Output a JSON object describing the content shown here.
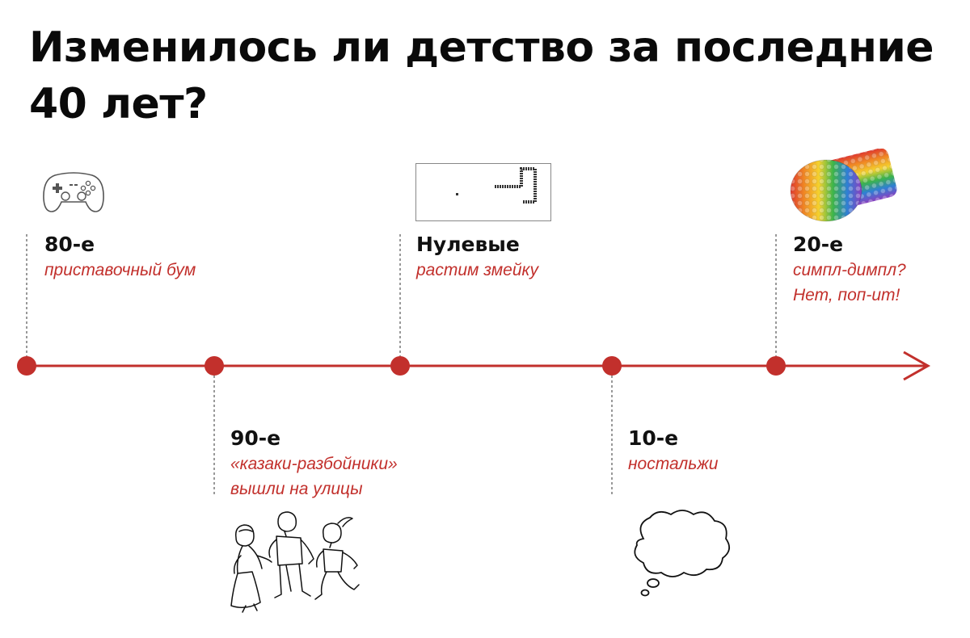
{
  "title": "Изменилось ли детство за последние 40 лет?",
  "colors": {
    "accent": "#c2302c",
    "text": "#111111",
    "dash": "#333333"
  },
  "timeline": {
    "eras": [
      {
        "name": "80-е",
        "desc": [
          "приставочный бум"
        ],
        "icon": "gamepad-icon"
      },
      {
        "name": "90-е",
        "desc": [
          "«казаки-разбойники»",
          "вышли на улицы"
        ],
        "icon": "children-playing-icon"
      },
      {
        "name": "Нулевые",
        "desc": [
          "растим змейку"
        ],
        "icon": "snake-game-icon"
      },
      {
        "name": "10-е",
        "desc": [
          "ностальжи"
        ],
        "icon": "thought-cloud-icon"
      },
      {
        "name": "20-е",
        "desc": [
          "симпл-димпл?",
          "Нет, поп-ит!"
        ],
        "icon": "pop-it-toy-icon"
      }
    ]
  }
}
